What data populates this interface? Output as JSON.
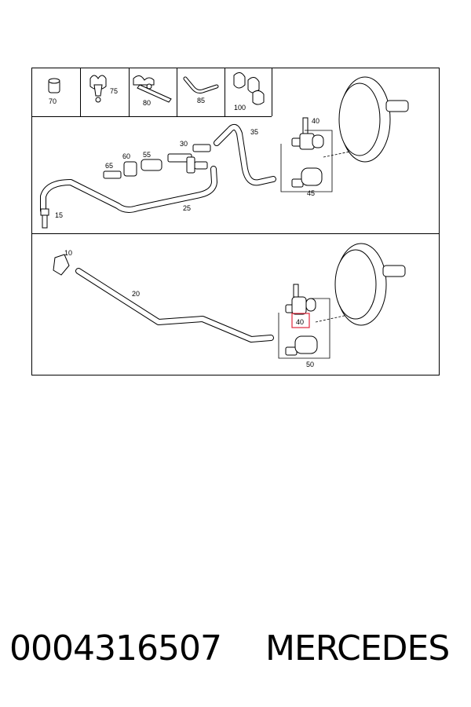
{
  "callouts": {
    "p70": "70",
    "p75": "75",
    "p80": "80",
    "p85": "85",
    "p100": "100",
    "p40_top": "40",
    "p35": "35",
    "p30": "30",
    "p60": "60",
    "p55": "55",
    "p65": "65",
    "p25": "25",
    "p15": "15",
    "p45": "45",
    "p10": "10",
    "p20": "20",
    "p40_bottom": "40",
    "p50": "50"
  },
  "highlight_color": "#e0283c",
  "part_number": "0004316507",
  "brand": "MERCEDES"
}
